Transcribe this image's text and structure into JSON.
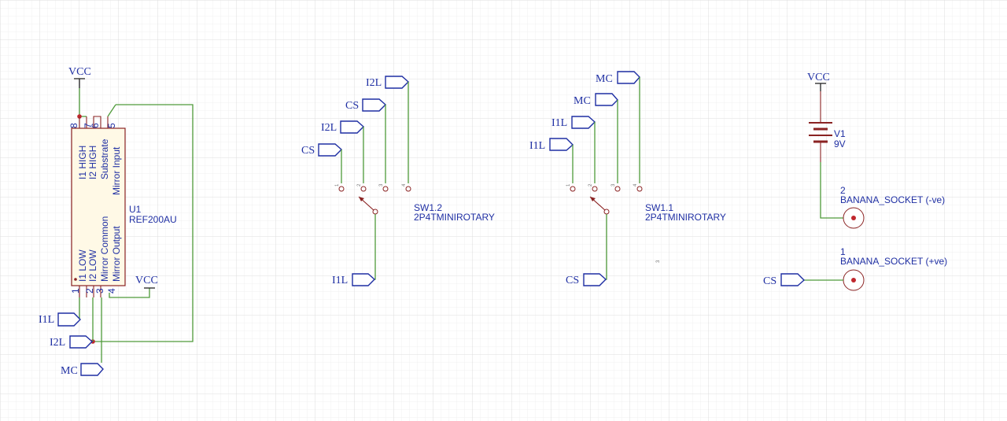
{
  "u1": {
    "ref": "U1",
    "value": "REF200AU",
    "pins_top": [
      {
        "num": "8",
        "name": "I1 HIGH"
      },
      {
        "num": "7",
        "name": "I2 HIGH"
      },
      {
        "num": "6",
        "name": "Substrate"
      },
      {
        "num": "5",
        "name": "Mirror Input"
      }
    ],
    "pins_bottom": [
      {
        "num": "1",
        "name": "I1 LOW"
      },
      {
        "num": "2",
        "name": "I2 LOW"
      },
      {
        "num": "3",
        "name": "Mirror Common"
      },
      {
        "num": "4",
        "name": "Mirror Output"
      }
    ]
  },
  "power": {
    "vcc": "VCC"
  },
  "net_labels": {
    "i1l": "I1L",
    "i2l": "I2L",
    "mc": "MC",
    "cs": "CS"
  },
  "sw12": {
    "ref": "SW1.2",
    "value": "2P4TMINIROTARY",
    "pins": [
      "1",
      "2",
      "3",
      "4"
    ]
  },
  "sw11": {
    "ref": "SW1.1",
    "value": "2P4TMINIROTARY",
    "pins": [
      "1",
      "2",
      "3",
      "4"
    ],
    "stray": "3"
  },
  "v1": {
    "ref": "V1",
    "value": "9V"
  },
  "sockets": [
    {
      "num": "2",
      "value": "BANANA_SOCKET (-ve)"
    },
    {
      "num": "1",
      "value": "BANANA_SOCKET (+ve)"
    }
  ],
  "colors": {
    "wire": "#4f9a3a",
    "symbol": "#8a2222",
    "text": "#1f2fa3",
    "grid": "#e6e6e6"
  }
}
